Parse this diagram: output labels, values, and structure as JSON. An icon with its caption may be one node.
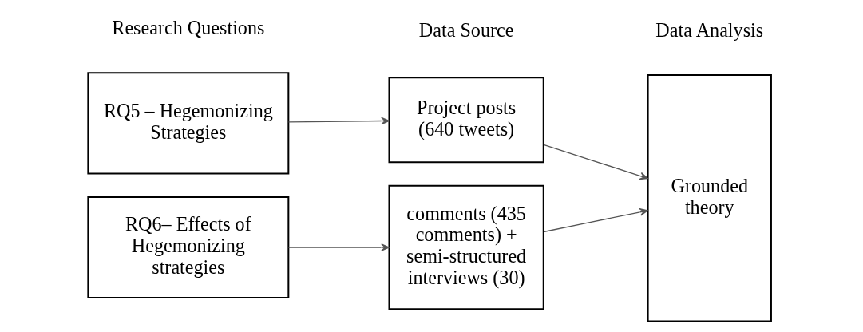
{
  "diagram": {
    "nodes": [
      {
        "text": [
          "RQ5 – Hegemonizing Strategies"
        ]
      },
      {
        "text": [
          "RQ6– Effects of Hegemonizing strategies"
        ]
      },
      {
        "text": [
          "Project posts (640 tweets)"
        ]
      },
      {
        "text": [
          "comments (435 comments) + semi-structured interviews (30)"
        ]
      },
      {
        "text": [
          "Grounded theory"
        ]
      }
    ],
    "edges": [
      {
        "from": 0,
        "to": 2,
        "arrow": "to"
      },
      {
        "from": 2,
        "to": 4,
        "arrow": "to"
      },
      {
        "from": 1,
        "to": 3,
        "arrow": "to"
      },
      {
        "from": 3,
        "to": 4,
        "arrow": "to"
      }
    ],
    "labels": [
      "Research Questions",
      "Data Source",
      "Data Analysis"
    ]
  }
}
